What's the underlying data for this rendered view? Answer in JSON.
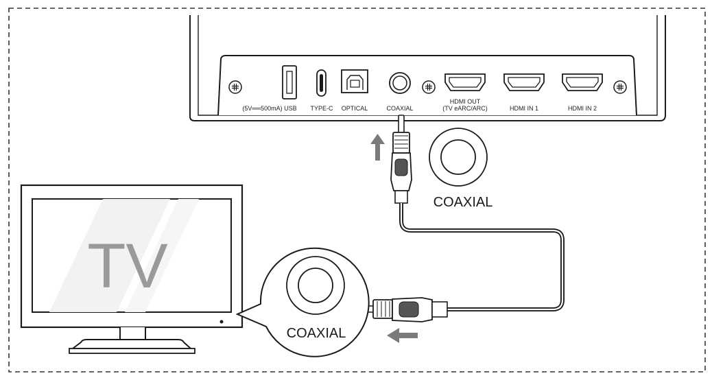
{
  "soundbar": {
    "ports": [
      {
        "label_line1": "(5V══500mA) USB",
        "label_line2": ""
      },
      {
        "label_line1": "TYPE-C",
        "label_line2": ""
      },
      {
        "label_line1": "OPTICAL",
        "label_line2": ""
      },
      {
        "label_line1": "COAXIAL",
        "label_line2": ""
      },
      {
        "label_line1": "HDMI OUT",
        "label_line2": "(TV eARC/ARC)"
      },
      {
        "label_line1": "HDMI IN 1",
        "label_line2": ""
      },
      {
        "label_line1": "HDMI IN 2",
        "label_line2": ""
      }
    ]
  },
  "callouts": {
    "soundbar_port_label": "COAXIAL",
    "tv_port_label": "COAXIAL"
  },
  "tv": {
    "label": "TV"
  },
  "colors": {
    "line": "#1a1a1a",
    "arrow": "#7a7a7a",
    "tv_text": "#9a9a9a"
  }
}
